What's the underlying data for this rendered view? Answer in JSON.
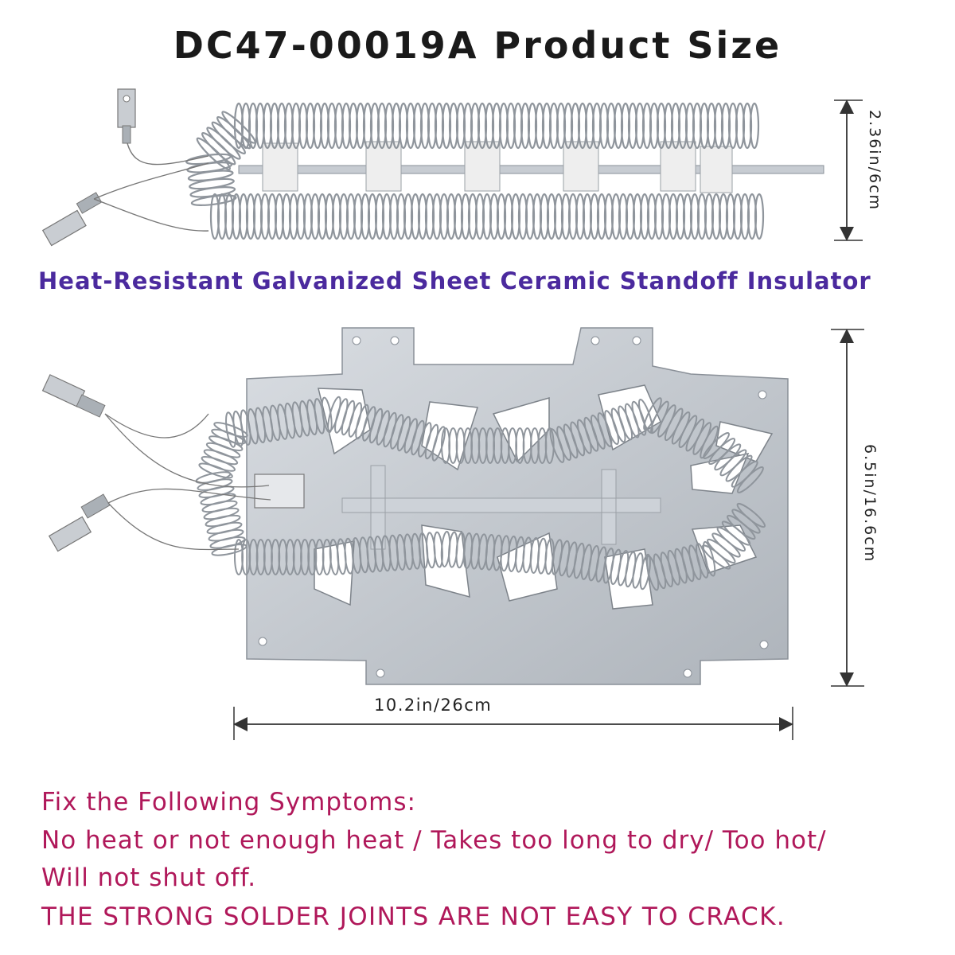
{
  "header": {
    "title": "DC47-00019A Product Size"
  },
  "top_view": {
    "height_label": "2.36in/6cm",
    "caption": "Heat-Resistant Galvanized Sheet Ceramic Standoff  Insulator"
  },
  "bottom_view": {
    "height_label": "6.5in/16.6cm",
    "width_label": "10.2in/26cm"
  },
  "symptoms": {
    "heading": "Fix the Following Symptoms:",
    "line1": "No heat or not enough heat / Takes too long to dry/ Too hot/",
    "line2": "Will not shut off.",
    "line3": "THE STRONG SOLDER JOINTS ARE NOT EASY TO CRACK."
  },
  "colors": {
    "title": "#1a1a1a",
    "caption": "#4b2a9e",
    "symptoms": "#b0185a"
  }
}
